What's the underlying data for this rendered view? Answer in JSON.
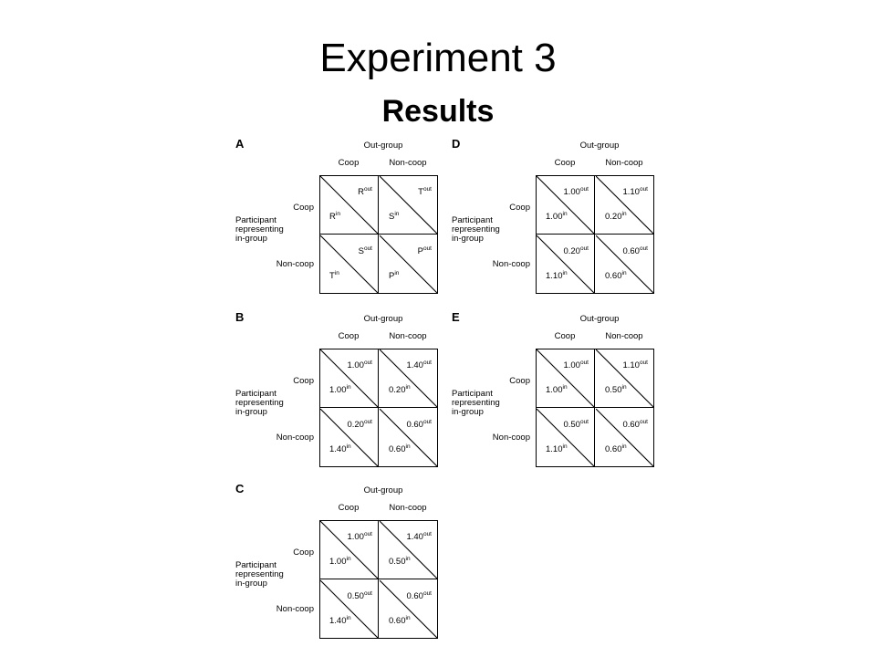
{
  "title": "Experiment 3",
  "subtitle": "Results",
  "labels": {
    "out_group": "Out-group",
    "coop": "Coop",
    "non_coop": "Non-coop",
    "participant_line1": "Participant",
    "participant_line2": "representing",
    "participant_line3": "in-group",
    "sup_out": "out",
    "sup_in": "in"
  },
  "panels": [
    {
      "label": "A",
      "cells": [
        {
          "out": "R",
          "in": "R"
        },
        {
          "out": "T",
          "in": "S"
        },
        {
          "out": "S",
          "in": "T"
        },
        {
          "out": "P",
          "in": "P"
        }
      ]
    },
    {
      "label": "B",
      "cells": [
        {
          "out": "1.00",
          "in": "1.00"
        },
        {
          "out": "1.40",
          "in": "0.20"
        },
        {
          "out": "0.20",
          "in": "1.40"
        },
        {
          "out": "0.60",
          "in": "0.60"
        }
      ]
    },
    {
      "label": "C",
      "cells": [
        {
          "out": "1.00",
          "in": "1.00"
        },
        {
          "out": "1.40",
          "in": "0.50"
        },
        {
          "out": "0.50",
          "in": "1.40"
        },
        {
          "out": "0.60",
          "in": "0.60"
        }
      ]
    },
    {
      "label": "D",
      "cells": [
        {
          "out": "1.00",
          "in": "1.00"
        },
        {
          "out": "1.10",
          "in": "0.20"
        },
        {
          "out": "0.20",
          "in": "1.10"
        },
        {
          "out": "0.60",
          "in": "0.60"
        }
      ]
    },
    {
      "label": "E",
      "cells": [
        {
          "out": "1.00",
          "in": "1.00"
        },
        {
          "out": "1.10",
          "in": "0.50"
        },
        {
          "out": "0.50",
          "in": "1.10"
        },
        {
          "out": "0.60",
          "in": "0.60"
        }
      ]
    }
  ]
}
